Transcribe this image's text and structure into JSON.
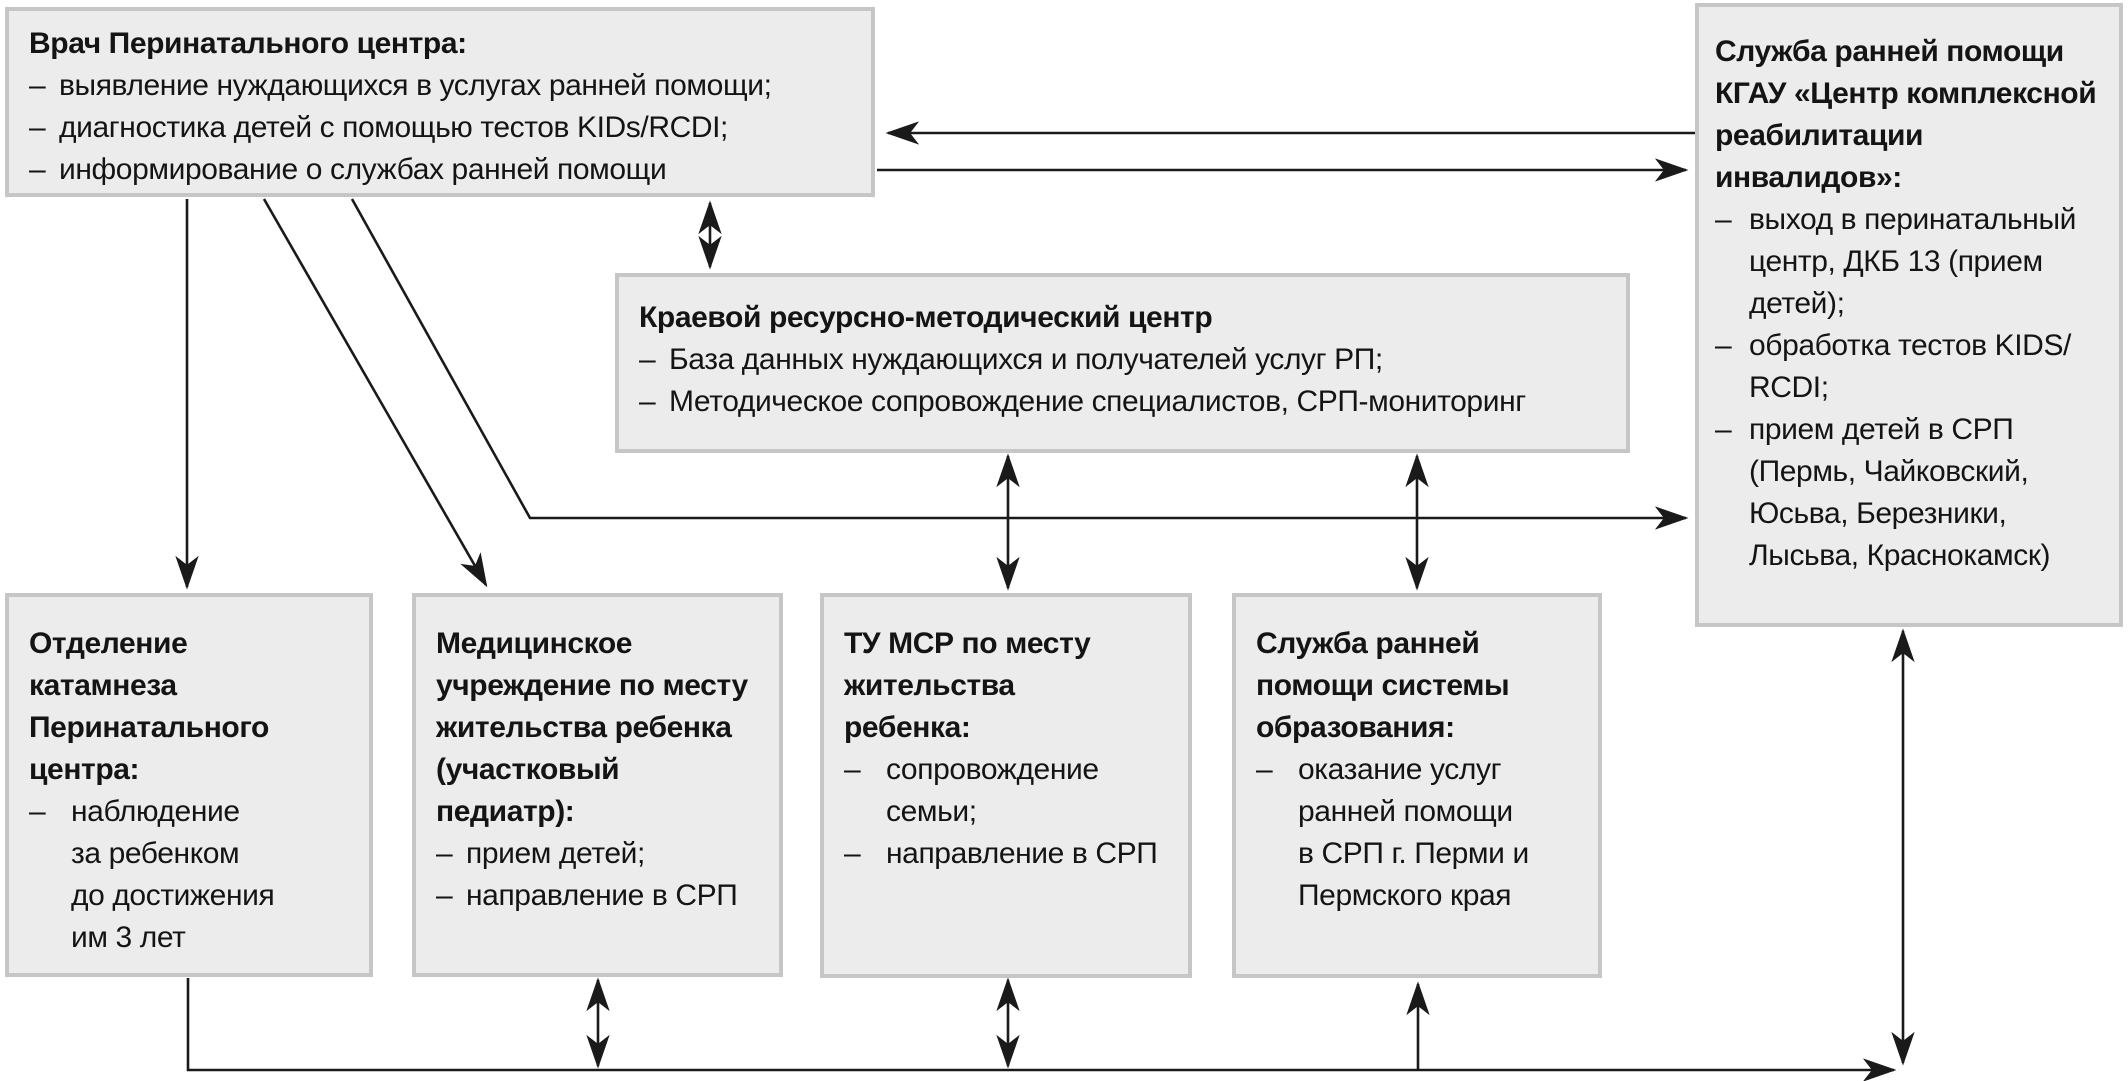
{
  "dash": "–",
  "colors": {
    "box_fill": "#ececec",
    "box_border": "#c6c6c6",
    "line": "#1a1a1a",
    "text": "#141414",
    "background": "#ffffff"
  },
  "boxes": {
    "perinatal_doctor": {
      "title": "Врач Перинатального центра:",
      "items": [
        "выявление нуждающихся в услугах ранней помощи;",
        "диагностика детей с помощью тестов KIDs/RCDI;",
        "информирование о службах ранней помощи"
      ]
    },
    "rehab_service": {
      "title": "Служба ранней помощи\nКГАУ «Центр комплексной\nреабилитации\nинвалидов»:",
      "items": [
        "выход в перинатальный\nцентр, ДКБ 13 (прием\nдетей);",
        "обработка тестов KIDS/\nRCDI;",
        "прием детей в СРП\n(Пермь, Чайковский,\nЮсьва, Березники,\nЛысьва, Краснокамск)"
      ]
    },
    "resource_center": {
      "title": "Краевой ресурсно-методический центр",
      "items": [
        "База данных нуждающихся и получателей услуг РП;",
        "Методическое сопровождение специалистов, СРП-мониторинг"
      ]
    },
    "katamnez": {
      "title": "Отделение\nкатамнеза\nПеринатального\nцентра:",
      "items": [
        "наблюдение\nза ребенком\nдо достижения\nим 3 лет"
      ]
    },
    "medical": {
      "title": "Медицинское\nучреждение по месту\nжительства ребенка\n(участковый педиатр):",
      "items": [
        "прием детей;",
        "направление в СРП"
      ]
    },
    "tu_msr": {
      "title": "ТУ МСР по месту\nжительства\nребенка:",
      "items": [
        "сопровождение\nсемьи;",
        "направление в СРП"
      ]
    },
    "education": {
      "title": "Служба ранней\nпомощи системы\nобразования:",
      "items": [
        "оказание услуг\nранней помощи\nв СРП г. Перми и\nПермского края"
      ]
    }
  }
}
